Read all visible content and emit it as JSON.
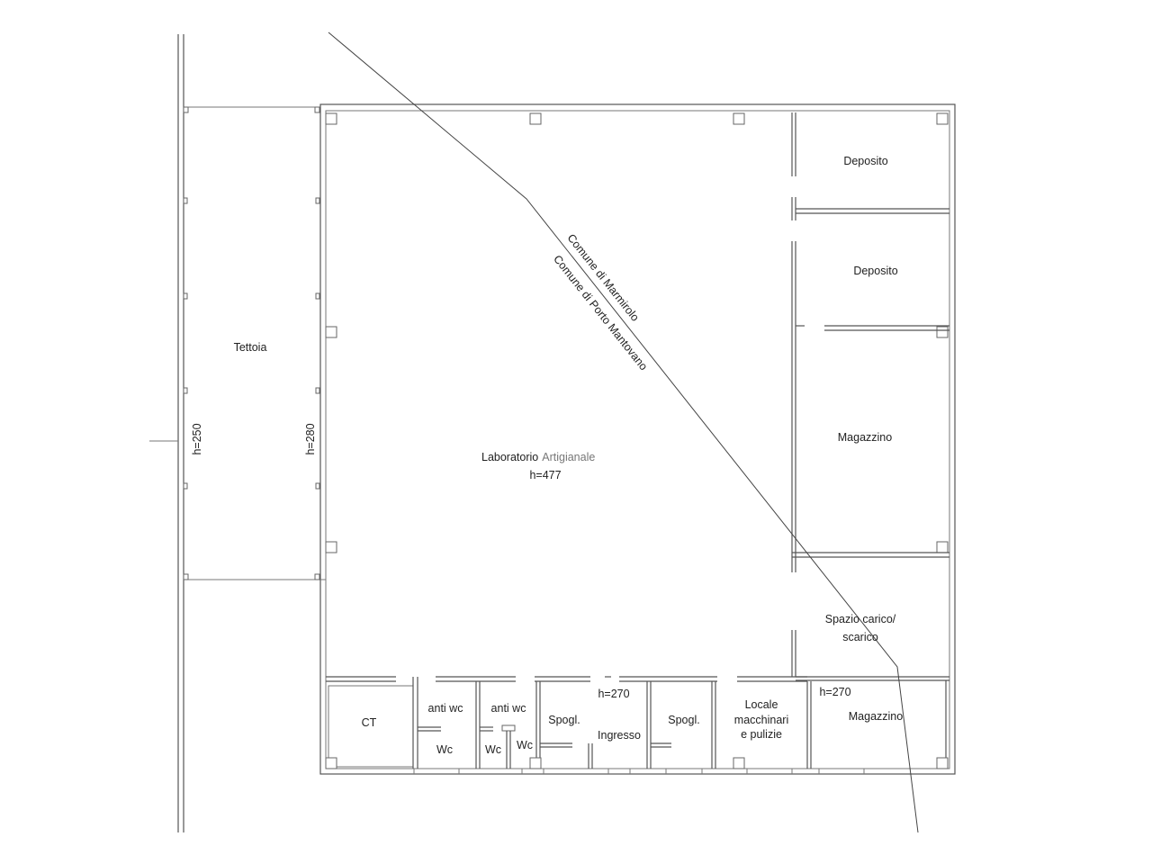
{
  "rooms": {
    "tettoia": "Tettoia",
    "laboratorio": "Laboratorio",
    "artigianale": "Artigianale",
    "laboratorio_height": "h=477",
    "deposito_1": "Deposito",
    "deposito_2": "Deposito",
    "magazzino_1": "Magazzino",
    "spazio_1": "Spazio carico/",
    "spazio_2": "scarico",
    "ct": "CT",
    "anti_wc_1": "anti wc",
    "anti_wc_2": "anti wc",
    "wc_1": "Wc",
    "wc_2": "Wc",
    "wc_3": "Wc",
    "spogl_1": "Spogl.",
    "spogl_2": "Spogl.",
    "ingresso": "Ingresso",
    "ingresso_height": "h=270",
    "locale_1": "Locale",
    "locale_2": "macchinari",
    "locale_3": "e pulizie",
    "magazzino_2": "Magazzino",
    "magazzino_2_height": "h=270"
  },
  "heights": {
    "tettoia_left": "h=250",
    "tettoia_right": "h=280"
  },
  "boundary": {
    "comune_1": "Comune di Marmirolo",
    "comune_2": "Comune di Porto Mantovano"
  }
}
